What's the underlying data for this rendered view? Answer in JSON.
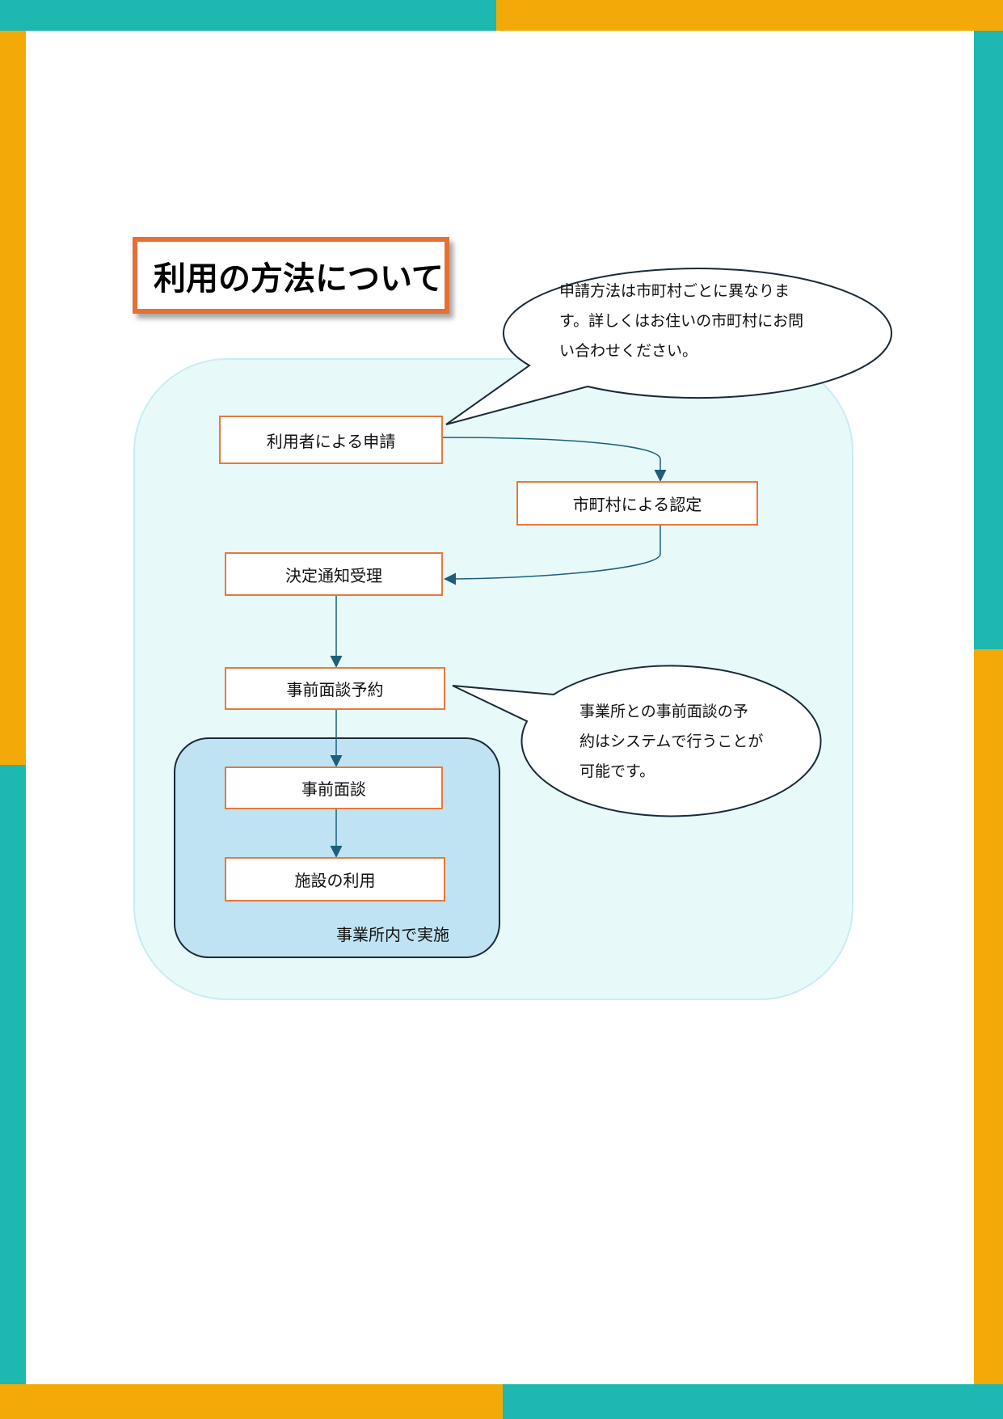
{
  "title": "利用の方法について",
  "callout_top": {
    "lines": [
      "申請方法は市町村ごとに異なりま",
      "す。詳しくはお住いの市町村にお問",
      "い合わせください。"
    ]
  },
  "callout_right": {
    "lines": [
      "事業所との事前面談の予",
      "約はシステムで行うことが",
      "可能です。"
    ]
  },
  "steps": [
    "利用者による申請",
    "市町村による認定",
    "決定通知受理",
    "事前面談予約",
    "事前面談",
    "施設の利用"
  ],
  "inner_group_label": "事業所内で実施",
  "colors": {
    "teal": "#1db8b0",
    "orange": "#f3aa08",
    "box_border": "#e7793a",
    "arrow": "#1d5f7a"
  }
}
